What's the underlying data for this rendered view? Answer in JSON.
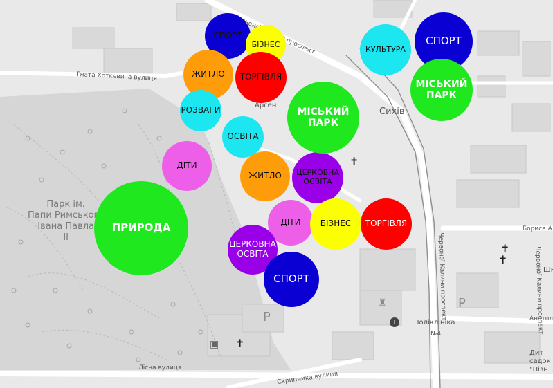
{
  "colors": {
    "sport": "#0a00d4",
    "business": "#fbff00",
    "housing": "#ff9c0a",
    "trade": "#ff0000",
    "entertainment": "#1ce6f0",
    "education": "#1ce6f0",
    "culture": "#1ce6f0",
    "city_park": "#1fe81f",
    "nature": "#1fe81f",
    "children": "#ee5fe9",
    "church_education": "#9a00e8"
  },
  "map_labels": {
    "park_name": [
      "Парк ім.",
      "Папи Римського",
      "Івана Павла",
      "II"
    ],
    "hnata_khotkevycha": "Гната Хоткевича вулиця",
    "chervonoi_kalyny_top": "Червоної Калини проспект",
    "chervonoi_kalyny_side": "Червоної Калини проспект",
    "chervonoi_kalyny_right": "Червоної Калини проспект",
    "arsen": "Арсен",
    "sykhiv": "Сихів",
    "borysa": "Бориса А",
    "anatol": "Анатол",
    "poliklinika": "Поліклініка",
    "lisna": "Лісна вулиця",
    "skrypnyka": "Скрипника вулиця",
    "kindergarten": [
      "Дит",
      "садок",
      "\"Пізн"
    ],
    "shk": "Шк",
    "parking": "P",
    "parking2": "P",
    "number_4": "№4"
  },
  "bubbles": [
    {
      "id": "sport-top",
      "label": [
        "СПОРТ"
      ],
      "category": "sport"
    },
    {
      "id": "business-top",
      "label": [
        "БІЗНЕС"
      ],
      "category": "business"
    },
    {
      "id": "housing-top",
      "label": [
        "ЖИТЛО"
      ],
      "category": "housing"
    },
    {
      "id": "trade-top",
      "label": [
        "ТОРГІВЛЯ"
      ],
      "category": "trade"
    },
    {
      "id": "entertainment",
      "label": [
        "РОЗВАГИ"
      ],
      "category": "entertainment"
    },
    {
      "id": "education",
      "label": [
        "ОСВІТА"
      ],
      "category": "education"
    },
    {
      "id": "children-left",
      "label": [
        "ДІТИ"
      ],
      "category": "children"
    },
    {
      "id": "housing-mid",
      "label": [
        "ЖИТЛО"
      ],
      "category": "housing"
    },
    {
      "id": "church-education-top",
      "label": [
        "ЦЕРКОВНА",
        "ОСВІТА"
      ],
      "category": "church_education"
    },
    {
      "id": "city-park-center",
      "label": [
        "МІСЬКИЙ",
        "ПАРК"
      ],
      "category": "city_park"
    },
    {
      "id": "culture",
      "label": [
        "КУЛЬТУРА"
      ],
      "category": "culture"
    },
    {
      "id": "sport-right",
      "label": [
        "СПОРТ"
      ],
      "category": "sport"
    },
    {
      "id": "city-park-right",
      "label": [
        "МІСЬКИЙ",
        "ПАРК"
      ],
      "category": "city_park"
    },
    {
      "id": "nature",
      "label": [
        "ПРИРОДА"
      ],
      "category": "nature"
    },
    {
      "id": "children-mid",
      "label": [
        "ДІТИ"
      ],
      "category": "children"
    },
    {
      "id": "business-mid",
      "label": [
        "БІЗНЕС"
      ],
      "category": "business"
    },
    {
      "id": "trade-mid",
      "label": [
        "ТОРГІВЛЯ"
      ],
      "category": "trade"
    },
    {
      "id": "church-education-bottom",
      "label": [
        "ЦЕРКОВНА",
        "ОСВІТА"
      ],
      "category": "church_education"
    },
    {
      "id": "sport-bottom",
      "label": [
        "СПОРТ"
      ],
      "category": "sport"
    }
  ]
}
